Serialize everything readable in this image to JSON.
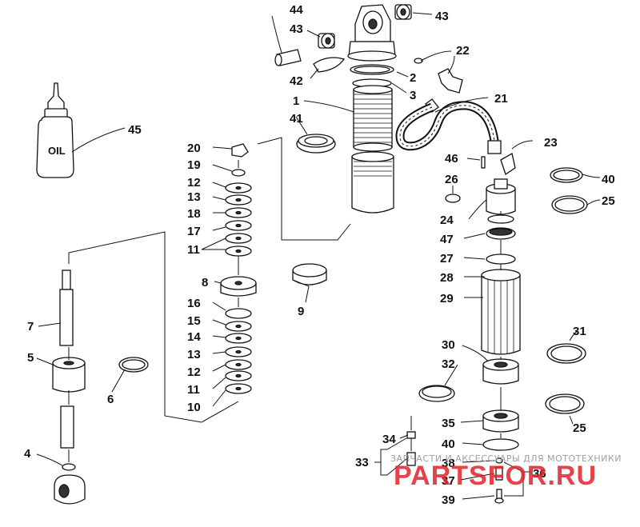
{
  "diagram": {
    "oil_bottle_text": "OIL",
    "watermark": {
      "tagline": "ЗАПЧАСТИ И АКСЕССУАРЫ ДЛЯ МОТОТЕХНИКИ",
      "brand": "PARTSFOR.RU"
    },
    "callouts": [
      {
        "id": "c44",
        "text": "44"
      },
      {
        "id": "c43a",
        "text": "43"
      },
      {
        "id": "c43b",
        "text": "43"
      },
      {
        "id": "c42",
        "text": "42"
      },
      {
        "id": "c2",
        "text": "2"
      },
      {
        "id": "c22",
        "text": "22"
      },
      {
        "id": "c3",
        "text": "3"
      },
      {
        "id": "c1",
        "text": "1"
      },
      {
        "id": "c21",
        "text": "21"
      },
      {
        "id": "c41",
        "text": "41"
      },
      {
        "id": "c45",
        "text": "45"
      },
      {
        "id": "c20",
        "text": "20"
      },
      {
        "id": "c19",
        "text": "19"
      },
      {
        "id": "c12a",
        "text": "12"
      },
      {
        "id": "c13a",
        "text": "13"
      },
      {
        "id": "c18",
        "text": "18"
      },
      {
        "id": "c17",
        "text": "17"
      },
      {
        "id": "c11a",
        "text": "11"
      },
      {
        "id": "c23",
        "text": "23"
      },
      {
        "id": "c46",
        "text": "46"
      },
      {
        "id": "c26",
        "text": "26"
      },
      {
        "id": "c40a",
        "text": "40"
      },
      {
        "id": "c25a",
        "text": "25"
      },
      {
        "id": "c24",
        "text": "24"
      },
      {
        "id": "c47",
        "text": "47"
      },
      {
        "id": "c27",
        "text": "27"
      },
      {
        "id": "c28",
        "text": "28"
      },
      {
        "id": "c29",
        "text": "29"
      },
      {
        "id": "c8",
        "text": "8"
      },
      {
        "id": "c9",
        "text": "9"
      },
      {
        "id": "c16",
        "text": "16"
      },
      {
        "id": "c15",
        "text": "15"
      },
      {
        "id": "c14",
        "text": "14"
      },
      {
        "id": "c13b",
        "text": "13"
      },
      {
        "id": "c12b",
        "text": "12"
      },
      {
        "id": "c11b",
        "text": "11"
      },
      {
        "id": "c10",
        "text": "10"
      },
      {
        "id": "c7",
        "text": "7"
      },
      {
        "id": "c5",
        "text": "5"
      },
      {
        "id": "c6",
        "text": "6"
      },
      {
        "id": "c4",
        "text": "4"
      },
      {
        "id": "c31",
        "text": "31"
      },
      {
        "id": "c30",
        "text": "30"
      },
      {
        "id": "c32",
        "text": "32"
      },
      {
        "id": "c25b",
        "text": "25"
      },
      {
        "id": "c35",
        "text": "35"
      },
      {
        "id": "c34",
        "text": "34"
      },
      {
        "id": "c40b",
        "text": "40"
      },
      {
        "id": "c33",
        "text": "33"
      },
      {
        "id": "c38",
        "text": "38"
      },
      {
        "id": "c37",
        "text": "37"
      },
      {
        "id": "c36",
        "text": "36"
      },
      {
        "id": "c39",
        "text": "39"
      }
    ]
  }
}
